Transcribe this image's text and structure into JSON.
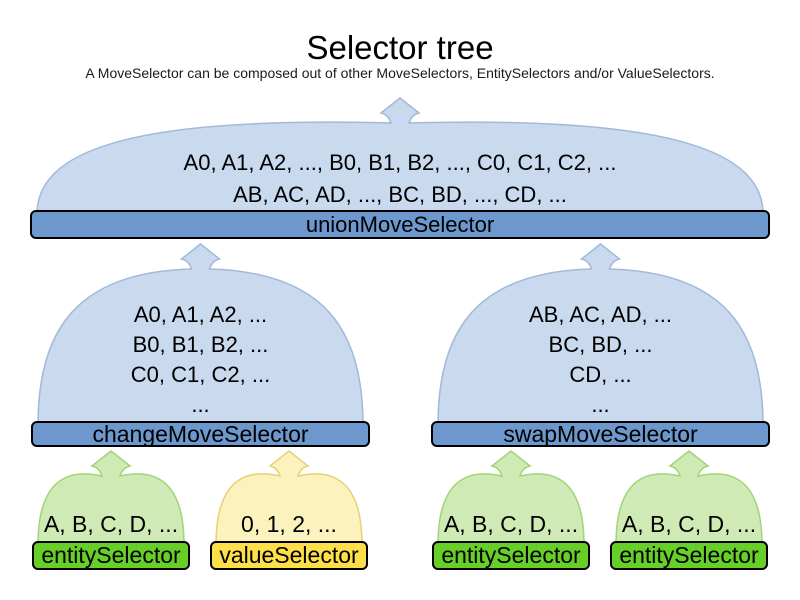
{
  "title": "Selector tree",
  "subtitle": "A MoveSelector can be composed out of other MoveSelectors, EntitySelectors and/or ValueSelectors.",
  "palette": {
    "move_fill": "#c9d9ee",
    "move_stroke": "#a3b9d8",
    "move_bar": "#6d98cd",
    "entity_fill": "#cfeab4",
    "entity_stroke": "#a2d478",
    "entity_bar": "#66d028",
    "value_fill": "#fbf2bd",
    "value_stroke": "#e6d273",
    "value_bar": "#fcdf49",
    "bar_border": "#000000",
    "text": "#000000"
  },
  "funnels": [
    {
      "id": "unionMoveSelector",
      "type": "move",
      "label": "unionMoveSelector",
      "lines": [
        "A0, A1, A2, ..., B0, B1, B2, ..., C0, C1, C2, ...",
        "AB, AC, AD, ..., BC, BD, ..., CD, ..."
      ]
    },
    {
      "id": "changeMoveSelector",
      "type": "move",
      "label": "changeMoveSelector",
      "lines": [
        "A0, A1, A2, ...",
        "B0, B1, B2, ...",
        "C0, C1, C2, ...",
        "..."
      ]
    },
    {
      "id": "swapMoveSelector",
      "type": "move",
      "label": "swapMoveSelector",
      "lines": [
        "AB, AC, AD, ...",
        "BC, BD, ...",
        "CD, ...",
        "..."
      ]
    },
    {
      "id": "entitySelector-1",
      "type": "entity",
      "label": "entitySelector",
      "lines": [
        "A, B, C, D, ..."
      ]
    },
    {
      "id": "valueSelector",
      "type": "value",
      "label": "valueSelector",
      "lines": [
        "0, 1, 2, ..."
      ]
    },
    {
      "id": "entitySelector-2",
      "type": "entity",
      "label": "entitySelector",
      "lines": [
        "A, B, C, D, ..."
      ]
    },
    {
      "id": "entitySelector-3",
      "type": "entity",
      "label": "entitySelector",
      "lines": [
        "A, B, C, D, ..."
      ]
    }
  ]
}
